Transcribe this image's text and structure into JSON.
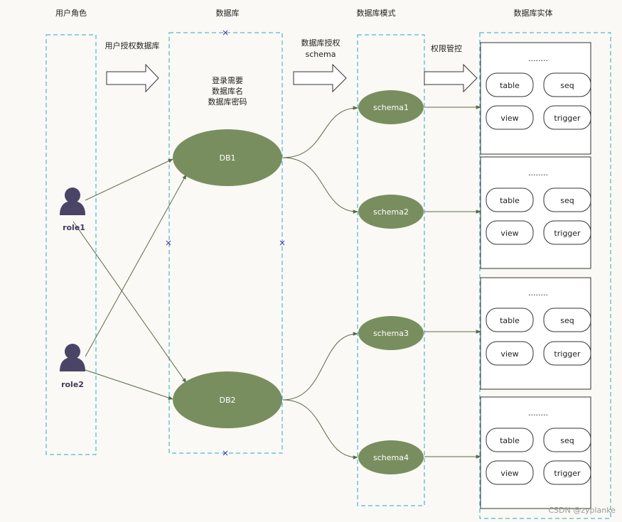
{
  "headers": {
    "roles": "用户角色",
    "databases": "数据库",
    "schemas": "数据库模式",
    "entities": "数据库实体"
  },
  "arrows": {
    "role_to_db": "用户授权数据库",
    "db_to_schema_line1": "数据库授权",
    "db_to_schema_line2": "schema",
    "schema_to_entity": "权限管控"
  },
  "login_note": [
    "登录需要",
    "数据库名",
    "数据库密码"
  ],
  "roles": [
    {
      "label": "role1"
    },
    {
      "label": "role2"
    }
  ],
  "databases": [
    {
      "label": "DB1"
    },
    {
      "label": "DB2"
    }
  ],
  "schemas": [
    {
      "label": "schema1"
    },
    {
      "label": "schema2"
    },
    {
      "label": "schema3"
    },
    {
      "label": "schema4"
    }
  ],
  "entity_groups": [
    {
      "ellipsis": "........",
      "items": [
        "table",
        "seq",
        "view",
        "trigger"
      ]
    },
    {
      "ellipsis": "........",
      "items": [
        "table",
        "seq",
        "view",
        "trigger"
      ]
    },
    {
      "ellipsis": "........",
      "items": [
        "table",
        "seq",
        "view",
        "trigger"
      ]
    },
    {
      "ellipsis": "........",
      "items": [
        "table",
        "seq",
        "view",
        "trigger"
      ]
    }
  ],
  "watermark": "CSDN @zyplanke",
  "colors": {
    "node_fill": "#798e5e",
    "dashed_border": "#2aa6c9",
    "role_icon": "#4a4466",
    "connector": "#5a6a48"
  }
}
